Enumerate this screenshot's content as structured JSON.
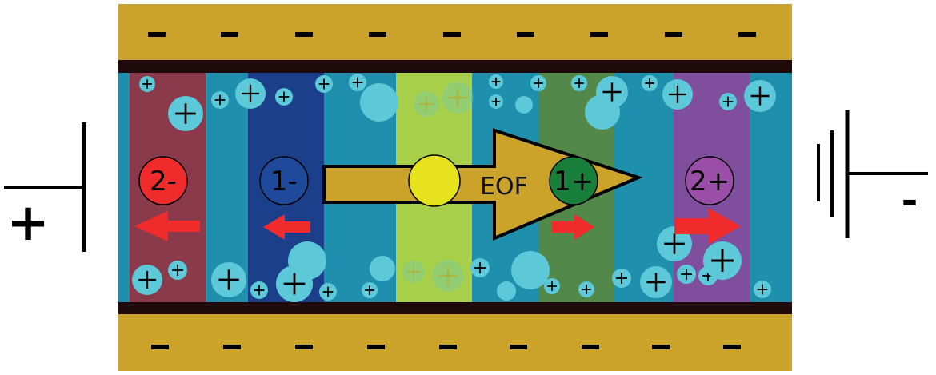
{
  "wall_charge_symbol": "-",
  "mobile_charge_symbol": "+",
  "flow_label": "EOF",
  "ions": [
    {
      "label": "2-",
      "color": "#ef2b2b"
    },
    {
      "label": "1-",
      "color": "#1f4a9b"
    },
    {
      "label": "",
      "color": "#e6e21c"
    },
    {
      "label": "1+",
      "color": "#177f3a"
    },
    {
      "label": "2+",
      "color": "#9a4ea8"
    }
  ],
  "electrodes": {
    "anode_label": "+",
    "cathode_label": "-"
  },
  "colors": {
    "wall": "#cba22a",
    "wall_border": "#1e0a0a",
    "channel": "#1f8fae",
    "ion_bubble": "#5cc8d8",
    "migration_arrow": "#ef2b2b",
    "eof_arrow": "#cba22a",
    "band_anion_2": "#8b3a4b",
    "band_anion_1": "#1c3f8c",
    "band_neutral": "#a8cf4a",
    "band_cation_1": "#52884a",
    "band_cation_2": "#7f4f9e"
  }
}
